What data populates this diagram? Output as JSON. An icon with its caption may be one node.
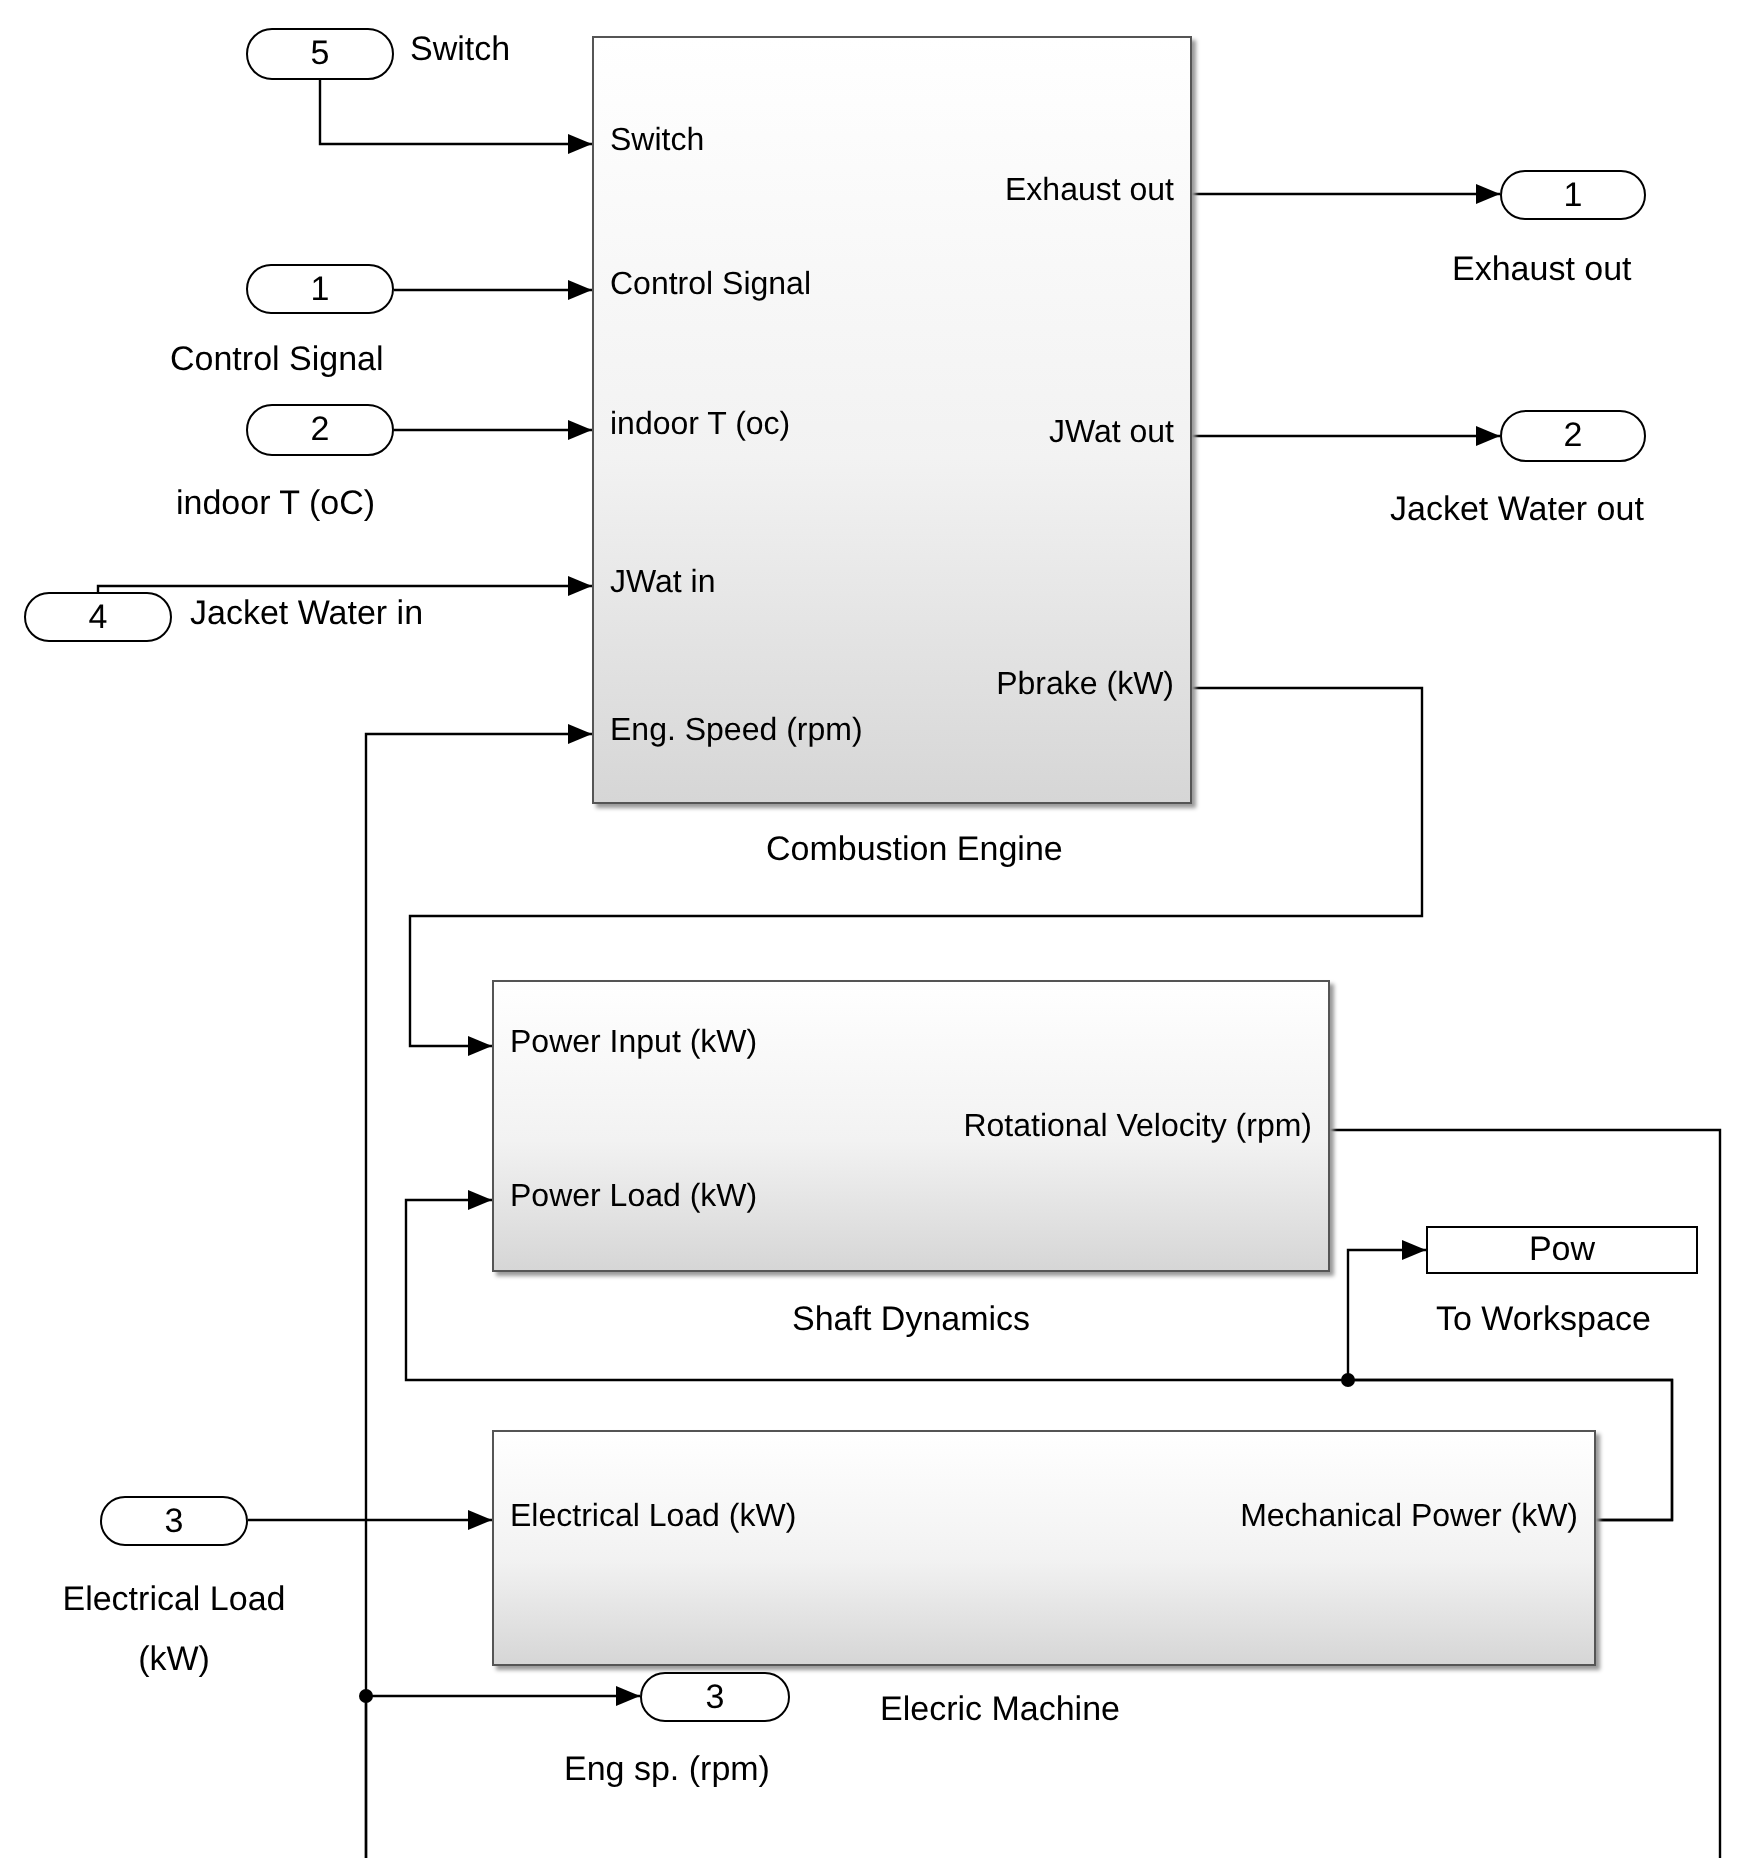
{
  "diagram": {
    "nodes": [
      {
        "text": [
          "5"
        ],
        "beside": [
          "Switch"
        ]
      },
      {
        "text": [
          "1"
        ],
        "beside": [
          "Control Signal"
        ]
      },
      {
        "text": [
          "2"
        ],
        "beside": [
          "indoor T (oC)"
        ]
      },
      {
        "text": [
          "4"
        ],
        "beside": [
          "Jacket Water in"
        ]
      },
      {
        "text": [
          "Switch",
          "Exhaust out",
          "Control Signal",
          "indoor T (oc)",
          "JWat out",
          "JWat in",
          "Pbrake (kW)",
          "Eng. Speed (rpm)"
        ],
        "beside": [
          "Combustion Engine"
        ]
      },
      {
        "text": [
          "1"
        ],
        "beside": [
          "Exhaust out"
        ]
      },
      {
        "text": [
          "2"
        ],
        "beside": [
          "Jacket Water out"
        ]
      },
      {
        "text": [
          "Power Input (kW)",
          "Rotational Velocity (rpm)",
          "Power Load (kW)"
        ],
        "beside": [
          "Shaft Dynamics"
        ]
      },
      {
        "text": [
          "Pow"
        ],
        "beside": [
          "To Workspace"
        ]
      },
      {
        "text": [
          "3"
        ],
        "beside": [
          "Electrical Load (kW)"
        ]
      },
      {
        "text": [
          "Electrical Load (kW)",
          "Mechanical Power (kW)"
        ],
        "beside": [
          "Elecric Machine"
        ]
      },
      {
        "text": [
          "3"
        ],
        "beside": [
          "Eng sp. (rpm)"
        ]
      }
    ],
    "edges": [
      {
        "from": 0,
        "to": 4,
        "arrow": "to"
      },
      {
        "from": 1,
        "to": 4,
        "arrow": "to"
      },
      {
        "from": 2,
        "to": 4,
        "arrow": "to"
      },
      {
        "from": 3,
        "to": 4,
        "arrow": "to"
      },
      {
        "from": 4,
        "to": 5,
        "arrow": "to"
      },
      {
        "from": 4,
        "to": 6,
        "arrow": "to"
      },
      {
        "from": 4,
        "to": 7,
        "arrow": "to"
      },
      {
        "from": 10,
        "to": 7,
        "arrow": "to"
      },
      {
        "from": 10,
        "to": 8,
        "arrow": "to"
      },
      {
        "from": 9,
        "to": 10,
        "arrow": "to"
      },
      {
        "from": 7,
        "to": null,
        "arrow": "none"
      },
      {
        "from": null,
        "to": 4,
        "arrow": "to"
      },
      {
        "from": null,
        "to": 11,
        "arrow": "to"
      }
    ]
  }
}
